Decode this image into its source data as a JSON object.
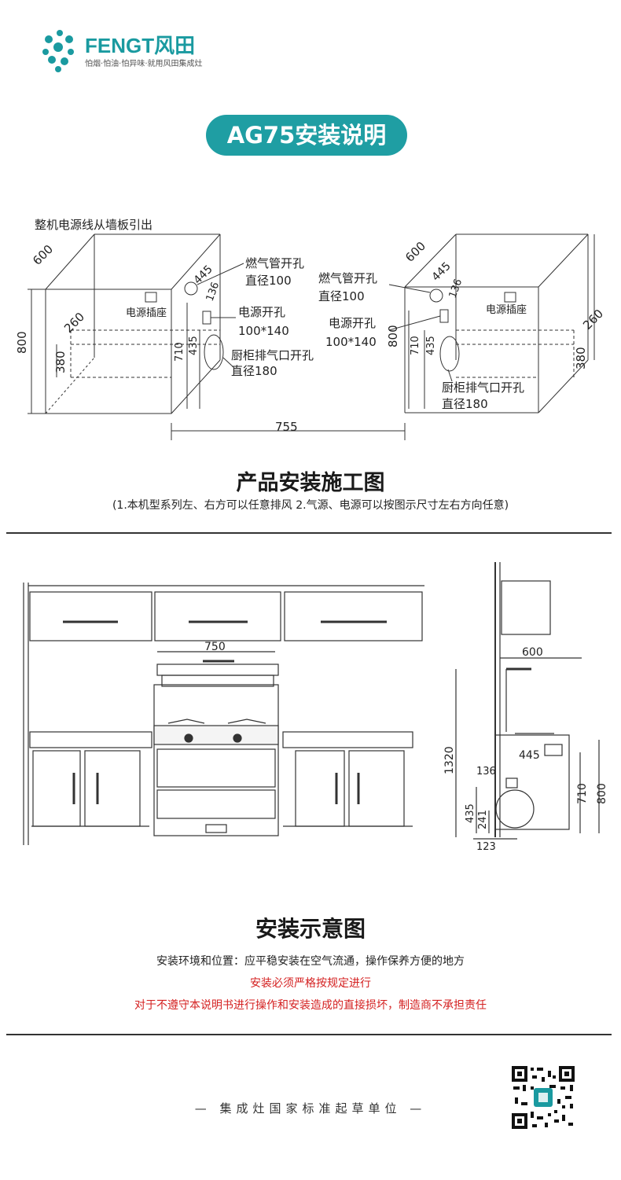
{
  "brand": {
    "name": "FENGT风田",
    "tagline": "怕烟·怕油·怕异味·就用风田集成灶",
    "color": "#1a9aa0"
  },
  "header": {
    "title": "AG75安装说明"
  },
  "install_plan": {
    "top_note": "整机电源线从墙板引出",
    "left": {
      "depth": "600",
      "height": "800",
      "d445": "445",
      "d136": "136",
      "d260": "260",
      "d380": "380",
      "d710": "710",
      "d435": "435",
      "gas_hole": "燃气管开孔",
      "gas_dia": "直径100",
      "power_hole": "电源开孔",
      "power_size": "100*140",
      "socket": "电源插座",
      "exhaust_hole": "厨柜排气口开孔",
      "exhaust_dia": "直径180"
    },
    "right": {
      "depth": "600",
      "height": "800",
      "d445": "445",
      "d136": "136",
      "d260": "260",
      "d380": "380",
      "d710": "710",
      "d435": "435",
      "gas_hole": "燃气管开孔",
      "gas_dia": "直径100",
      "power_hole": "电源开孔",
      "power_size": "100*140",
      "socket": "电源插座",
      "exhaust_hole": "厨柜排气口开孔",
      "exhaust_dia": "直径180"
    },
    "width": "755",
    "section_title": "产品安装施工图",
    "note": "(1.本机型系列左、右方可以任意排风   2.气源、电源可以按图示尺寸左右方向任意)"
  },
  "install_diagram": {
    "front_width": "750",
    "side_depth": "600",
    "side_total": "1320",
    "side_445": "445",
    "side_136": "136",
    "side_435": "435",
    "side_241": "241",
    "side_123": "123",
    "side_710": "710",
    "side_800": "800",
    "section_title": "安装示意图",
    "env_line": "安装环境和位置：应平稳安装在空气流通，操作保养方便的地方",
    "warn1": "安装必须严格按规定进行",
    "warn2": "对于不遵守本说明书进行操作和安装造成的直接损坏，制造商不承担责任"
  },
  "footer": {
    "text": "— 集成灶国家标准起草单位 —"
  }
}
